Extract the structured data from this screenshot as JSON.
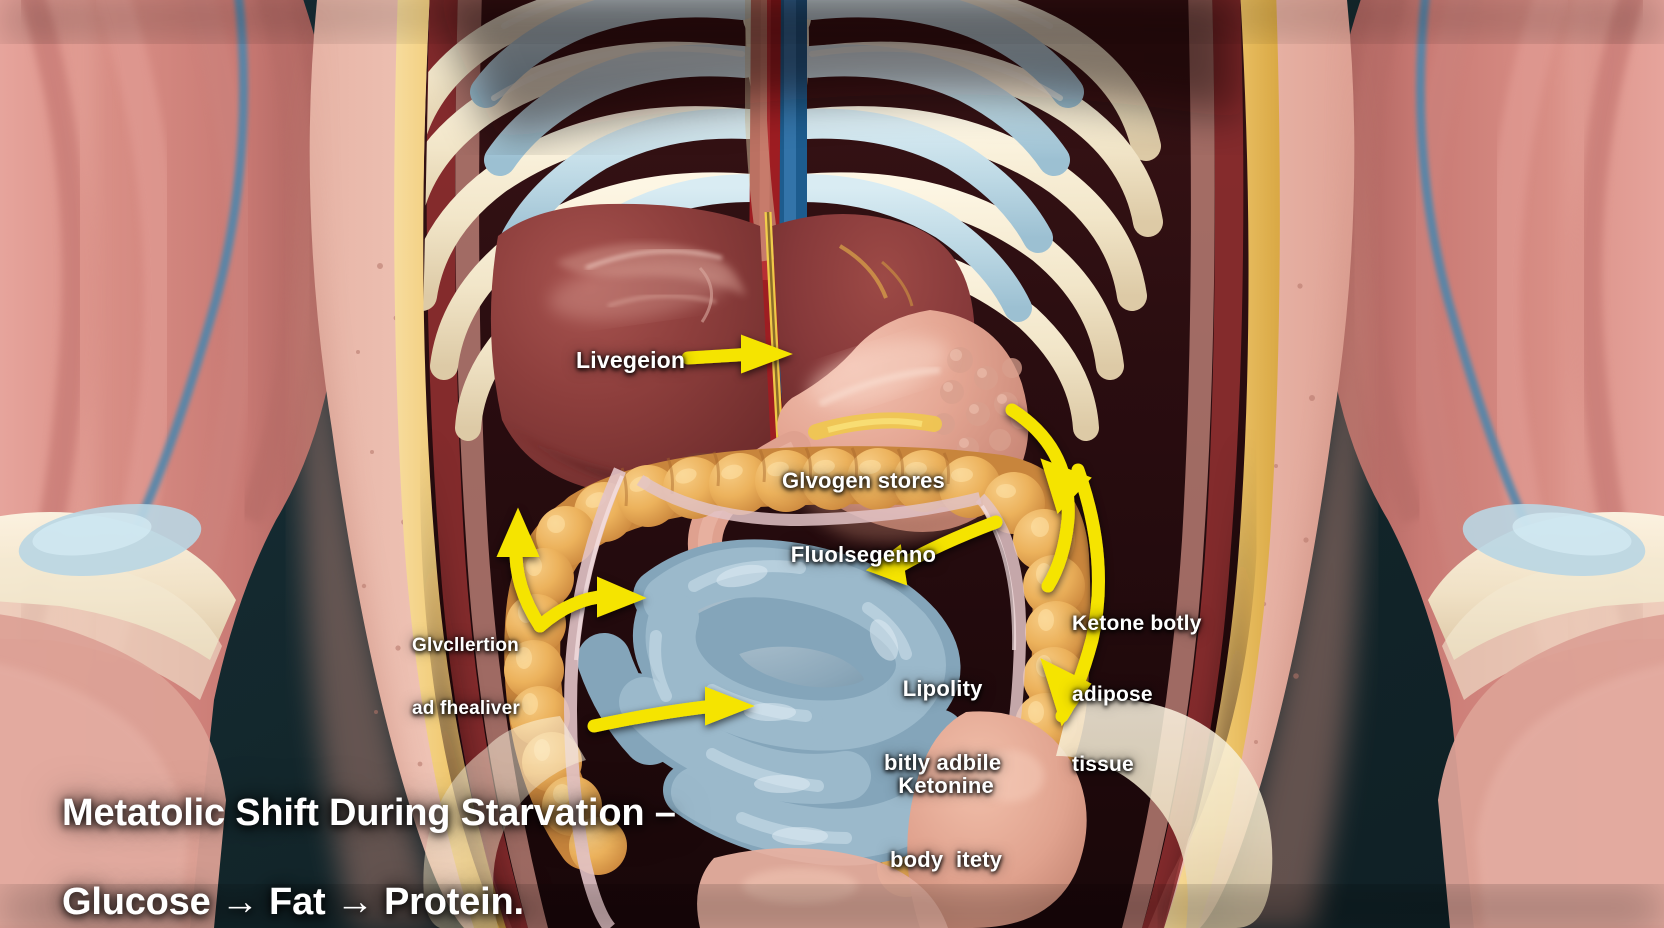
{
  "image": {
    "kind": "anatomical-illustration",
    "subject": "human torso abdominal organs",
    "background_color": "#13272c"
  },
  "title": {
    "line1": "Metatolic Shift During Starvation –",
    "line2": "Glucose → Fat → Protein.",
    "color": "#ffffff"
  },
  "annotations": {
    "liver": {
      "text": "Livegeion"
    },
    "glycogen": {
      "line1": "Glvogen stores",
      "line2": "Fluolsegenno"
    },
    "glycolysis": {
      "line1": "Glvcllertion",
      "line2": "ad fhealiver"
    },
    "ketone_adipose": {
      "line1": "Ketone botly",
      "line2": "adipose",
      "line3": "tissue"
    },
    "lipolysis": {
      "line1": "Lipolity",
      "line2": "bitly adbile"
    },
    "ketone_body": {
      "line1": "Ketonine",
      "line2": "body  itety"
    }
  },
  "arrows": {
    "color": "#f5e400",
    "items": [
      {
        "name": "arrow-to-liver",
        "direction": "right"
      },
      {
        "name": "arrow-stomach-to-colon",
        "direction": "curve-down-left"
      },
      {
        "name": "arrow-colon-left",
        "direction": "left"
      },
      {
        "name": "arrow-adipose-down",
        "direction": "curve-down"
      },
      {
        "name": "arrow-glycolysis-up",
        "direction": "up"
      },
      {
        "name": "arrow-glycolysis-right",
        "direction": "right"
      },
      {
        "name": "arrow-intestine-right",
        "direction": "right"
      }
    ]
  },
  "palette": {
    "skin": "#f2c3b4",
    "muscle": "#d08a82",
    "bone": "#f0e4cc",
    "cartilage": "#b8d3de",
    "liver": "#8f3f3c",
    "stomach": "#e3a494",
    "colon": "#edb25c",
    "small_intestine": "#93b2c4",
    "artery": "#9e1d22",
    "vein": "#1e5d8c",
    "fat": "#f0d098",
    "yellow": "#f5e400"
  }
}
